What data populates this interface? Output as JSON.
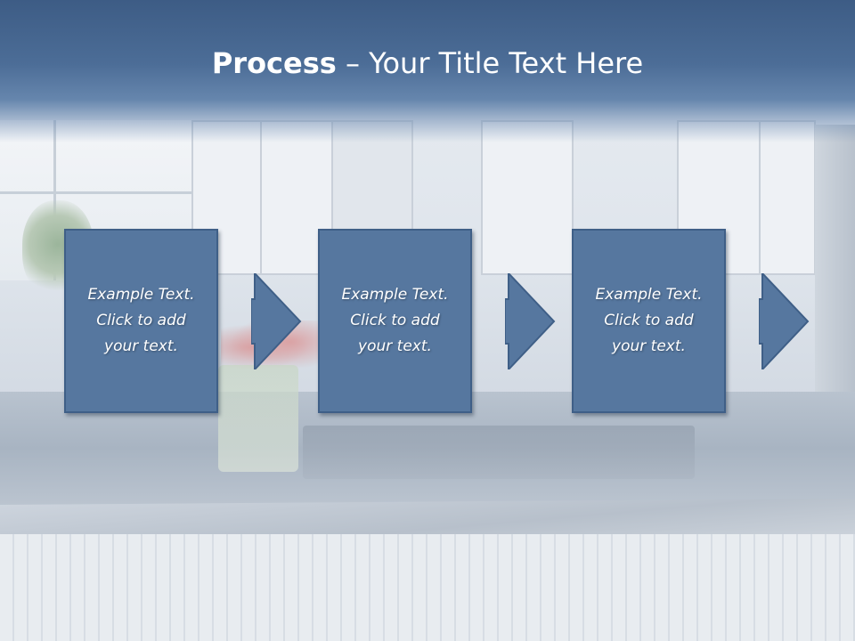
{
  "slide": {
    "title_bold": "Process",
    "title_rest": " – Your Title Text Here"
  },
  "steps": [
    {
      "text": "Example Text.\nClick  to add\nyour text."
    },
    {
      "text": "Example Text.\nClick  to add\nyour text."
    },
    {
      "text": "Example Text.\nClick  to add\nyour text."
    }
  ],
  "colors": {
    "title_bar": "#4c6d97",
    "box_fill": "#56779f",
    "box_border": "#3f5f87",
    "text": "#ffffff"
  }
}
